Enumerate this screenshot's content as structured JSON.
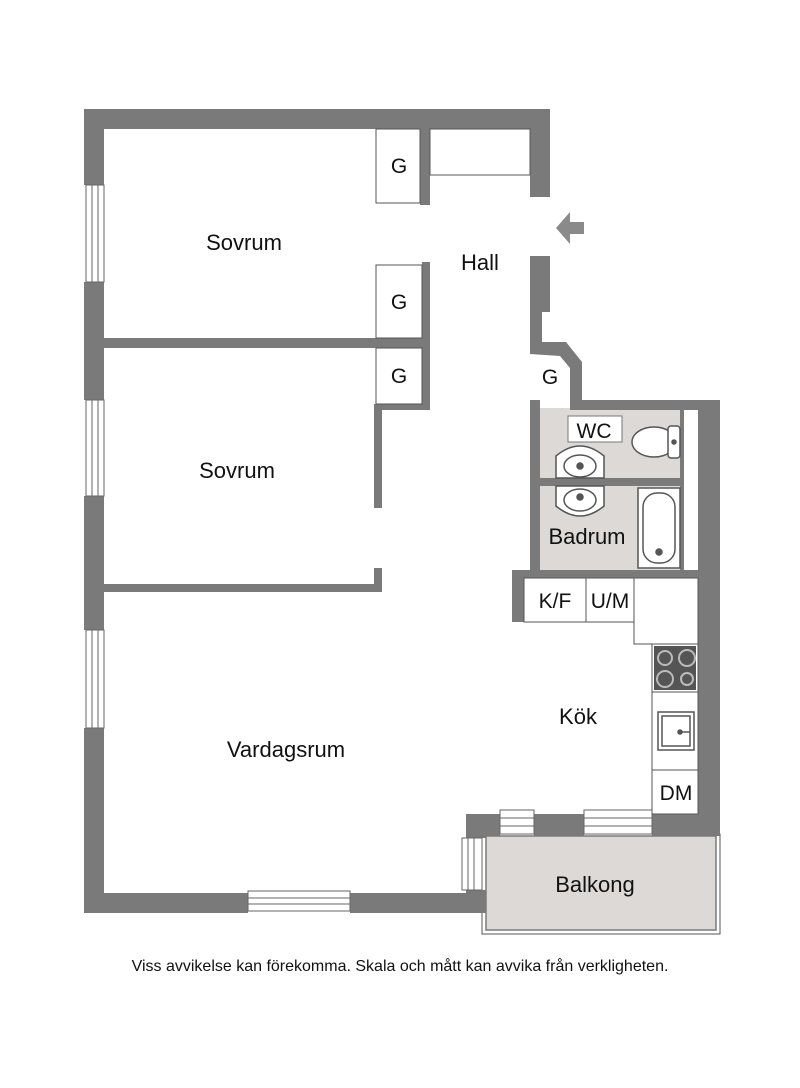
{
  "rooms": {
    "sovrum_1": "Sovrum",
    "sovrum_2": "Sovrum",
    "hall": "Hall",
    "vardagsrum": "Vardagsrum",
    "kok": "Kök",
    "wc": "WC",
    "badrum": "Badrum",
    "balkong": "Balkong"
  },
  "fixtures": {
    "garderob": "G",
    "kyl_frys": "K/F",
    "ugn_mikro": "U/M",
    "diskmaskin": "DM"
  },
  "disclaimer": "Viss avvikelse kan förekomma. Skala och mått kan avvika från verkligheten.",
  "colors": {
    "wall": "#7a7a7a",
    "wet_room_floor": "#dcd9d6",
    "balcony_floor": "#dcd9d6",
    "background": "#ffffff"
  }
}
